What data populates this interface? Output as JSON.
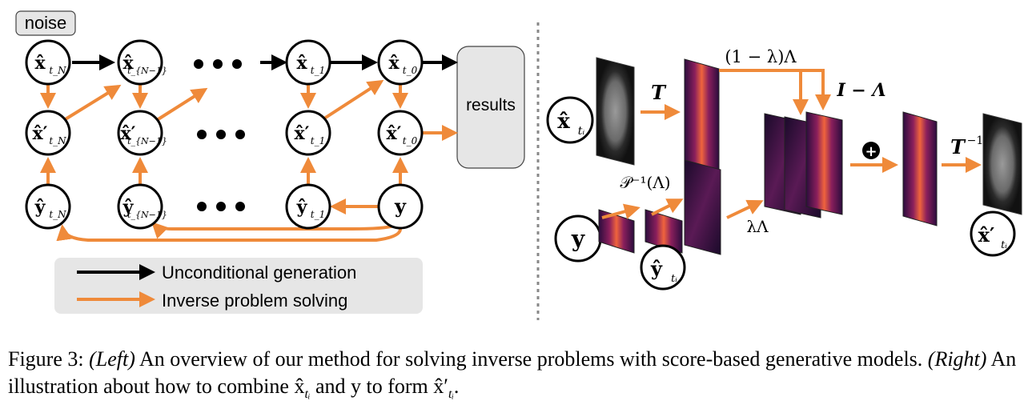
{
  "left": {
    "noise_label": "noise",
    "results_label": "results",
    "nodes": {
      "x_tN": "x̂",
      "x_tN_sub": "t_N",
      "x_tN1": "x̂",
      "x_tN1_sub": "t_{N−1}",
      "x_t1": "x̂",
      "x_t1_sub": "t_1",
      "x_t0": "x̂",
      "x_t0_sub": "t_0",
      "xp_tN": "x̂′",
      "xp_tN1": "x̂′",
      "xp_t1": "x̂′",
      "xp_t0": "x̂′",
      "y_tN": "ŷ",
      "y_tN1": "ŷ",
      "y_t1": "ŷ",
      "y": "y"
    },
    "legend": {
      "unconditional": "Unconditional generation",
      "inverse": "Inverse problem solving"
    },
    "colors": {
      "orange": "#ef8a3a",
      "black": "#000000",
      "legend_bg": "#e6e6e6"
    }
  },
  "right": {
    "op_T": "T",
    "op_Tinv": "T",
    "op_Tinv_sup": "−1",
    "label_one_minus_lambda": "(1 − λ)Λ",
    "label_I_minus_Lambda": "I − Λ",
    "label_P_inv": "𝒫⁻¹(Λ)",
    "label_lambda": "λΛ",
    "node_x": "x̂",
    "node_x_sub": "tᵢ",
    "node_y": "y",
    "node_yhat": "ŷ",
    "node_yhat_sub": "tᵢ",
    "node_xp": "x̂′",
    "node_xp_sub": "tᵢ",
    "plus": "+"
  },
  "caption": {
    "prefix": "Figure 3: ",
    "left_tag": "(Left)",
    "part1": " An overview of our method for solving inverse problems with score-based generative models. ",
    "right_tag": "(Right)",
    "part2": " An illustration about how to combine x̂",
    "sub1": "tᵢ",
    "part3": " and y to form x̂′",
    "sub2": "tᵢ",
    "part4": "."
  }
}
